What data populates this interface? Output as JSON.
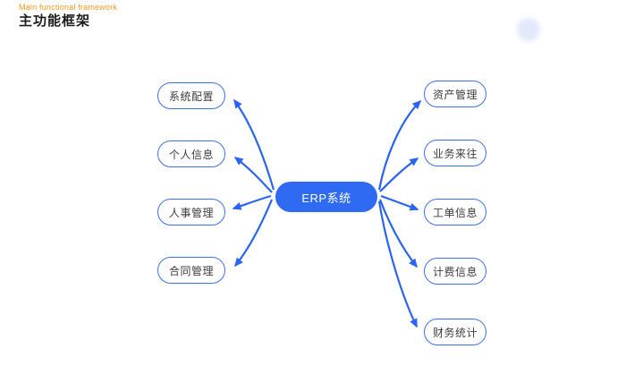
{
  "header": {
    "subtitle": "Main functional framework",
    "title": "主功能框架"
  },
  "diagram": {
    "type": "mind-map",
    "center": {
      "label": "ERP系统"
    },
    "left_nodes": [
      {
        "label": "系统配置"
      },
      {
        "label": "个人信息"
      },
      {
        "label": "人事管理"
      },
      {
        "label": "合同管理"
      }
    ],
    "right_nodes": [
      {
        "label": "资产管理"
      },
      {
        "label": "业务来往"
      },
      {
        "label": "工单信息"
      },
      {
        "label": "计费信息"
      },
      {
        "label": "财务统计"
      }
    ],
    "edges_direction": "from center outward to every node"
  },
  "colors": {
    "accent_blue": "#2a64f0",
    "center_node_fill": "#2e6bf2",
    "node_border": "#3b72f2",
    "node_text": "#3d3d3d",
    "subtitle_orange": "#f59a23",
    "title_black": "#1c1c1c",
    "deco_dot": "#e1e9fa",
    "background": "#ffffff"
  }
}
